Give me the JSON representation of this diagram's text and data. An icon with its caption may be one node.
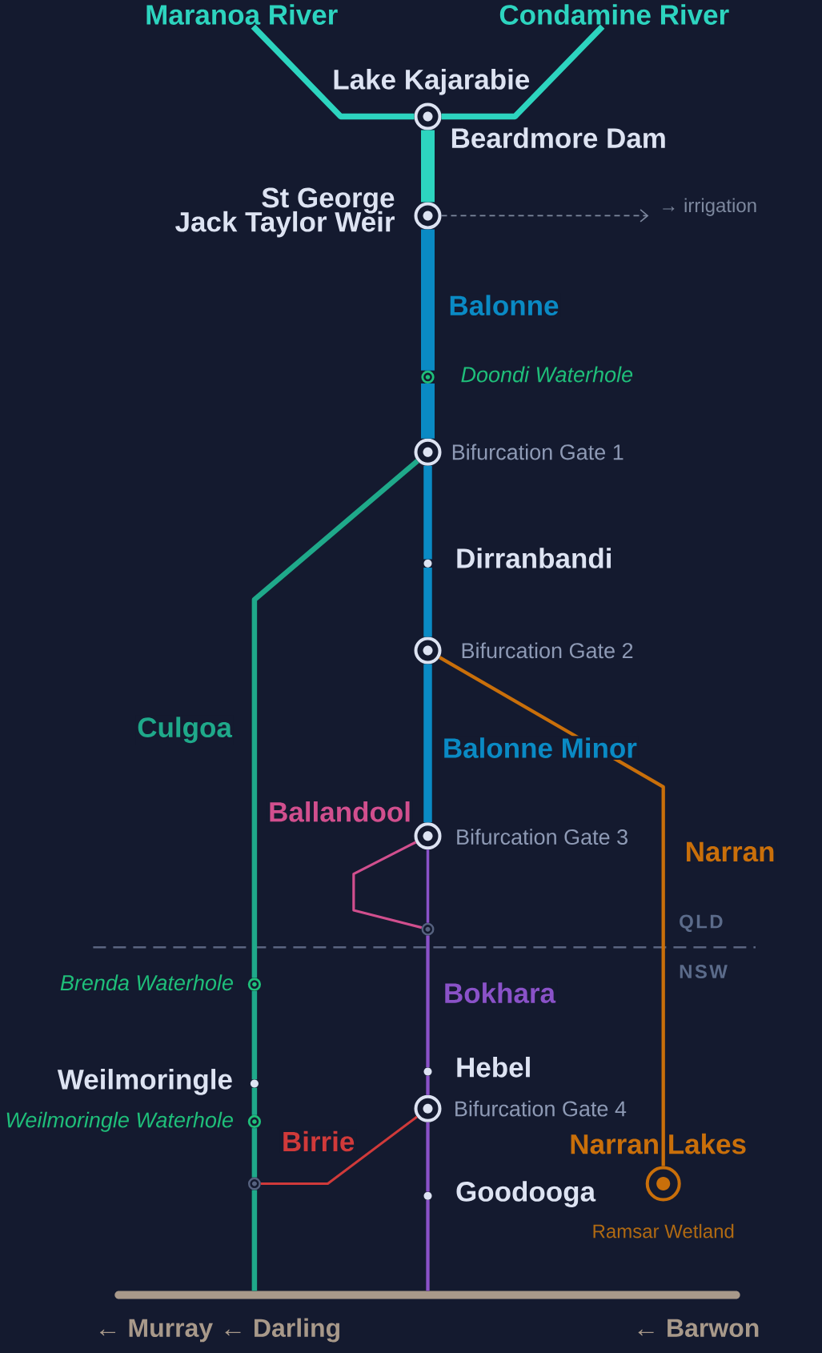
{
  "diagram": {
    "nodes": [
      {
        "text": [
          "Maranoa River"
        ]
      },
      {
        "text": [
          "Condamine River"
        ]
      },
      {
        "text": [],
        "shape": "circle",
        "beside": [
          "Lake Kajarabie",
          "Beardmore Dam"
        ]
      },
      {
        "text": [],
        "shape": "circle",
        "beside": [
          "St George",
          "Jack Taylor Weir"
        ]
      },
      {
        "text": [
          "→ irrigation"
        ]
      },
      {
        "text": [],
        "shape": "circle",
        "beside": [
          "Doondi Waterhole"
        ]
      },
      {
        "text": [],
        "shape": "circle",
        "beside": [
          "Bifurcation Gate 1"
        ]
      },
      {
        "text": [],
        "shape": "circle",
        "beside": [
          "Dirranbandi"
        ]
      },
      {
        "text": [],
        "shape": "circle",
        "beside": [
          "Bifurcation Gate 2"
        ]
      },
      {
        "text": [],
        "shape": "circle",
        "beside": [
          "Bifurcation Gate 3"
        ]
      },
      {
        "text": [],
        "shape": "circle"
      },
      {
        "text": [],
        "shape": "circle",
        "beside": [
          "Brenda Waterhole"
        ]
      },
      {
        "text": [],
        "shape": "circle",
        "beside": [
          "Hebel"
        ]
      },
      {
        "text": [],
        "shape": "circle",
        "beside": [
          "Weilmoringle"
        ]
      },
      {
        "text": [],
        "shape": "circle",
        "beside": [
          "Bifurcation Gate 4"
        ]
      },
      {
        "text": [],
        "shape": "circle",
        "beside": [
          "Weilmoringle Waterhole"
        ]
      },
      {
        "text": [],
        "shape": "circle"
      },
      {
        "text": [],
        "shape": "circle",
        "beside": [
          "Goodooga"
        ]
      },
      {
        "text": [],
        "shape": "circle",
        "beside": [
          "Narran Lakes",
          "Ramsar Wetland"
        ]
      },
      {
        "text": [],
        "shape": "bar",
        "beside": [
          "← Murray ← Darling",
          "← Barwon"
        ]
      }
    ],
    "edges": [
      {
        "from": 0,
        "to": 2,
        "arrow": "none",
        "color": "#2dd4bf"
      },
      {
        "from": 1,
        "to": 2,
        "arrow": "none",
        "color": "#2dd4bf"
      },
      {
        "from": 2,
        "to": 3,
        "arrow": "none",
        "style": "thick",
        "color": "#2dd4bf"
      },
      {
        "from": 3,
        "to": 4,
        "arrow": "to",
        "style": "dashed",
        "color": "#7d889e"
      },
      {
        "from": 3,
        "to": 5,
        "arrow": "none",
        "label": "Balonne",
        "style": "thick",
        "color": "#0a8ac4"
      },
      {
        "from": 5,
        "to": 6,
        "arrow": "none",
        "style": "thick",
        "color": "#0a8ac4"
      },
      {
        "from": 6,
        "to": 7,
        "arrow": "none",
        "color": "#0a8ac4"
      },
      {
        "from": 7,
        "to": 8,
        "arrow": "none",
        "color": "#0a8ac4"
      },
      {
        "from": 8,
        "to": 9,
        "arrow": "none",
        "label": "Balonne Minor",
        "color": "#0a8ac4"
      },
      {
        "from": 6,
        "to": 11,
        "arrow": "none",
        "label": "Culgoa",
        "color": "#1fa98a"
      },
      {
        "from": 8,
        "to": 18,
        "arrow": "none",
        "label": "Narran",
        "color": "#c96f0a"
      },
      {
        "from": 9,
        "to": 10,
        "arrow": "none",
        "color": "#8a52c8"
      },
      {
        "from": 9,
        "to": 10,
        "arrow": "none",
        "label": "Ballandool",
        "color": "#d14f8e"
      },
      {
        "from": 10,
        "to": 12,
        "arrow": "none",
        "label": "Bokhara",
        "color": "#8a52c8"
      },
      {
        "from": 12,
        "to": 14,
        "arrow": "none",
        "color": "#8a52c8"
      },
      {
        "from": 14,
        "to": 17,
        "arrow": "none",
        "color": "#8a52c8"
      },
      {
        "from": 17,
        "to": 19,
        "arrow": "none",
        "color": "#8a52c8"
      },
      {
        "from": 11,
        "to": 13,
        "arrow": "none",
        "color": "#1fa98a"
      },
      {
        "from": 13,
        "to": 15,
        "arrow": "none",
        "color": "#1fa98a"
      },
      {
        "from": 15,
        "to": 16,
        "arrow": "none",
        "color": "#1fa98a"
      },
      {
        "from": 16,
        "to": 19,
        "arrow": "none",
        "color": "#1fa98a"
      },
      {
        "from": 14,
        "to": 16,
        "arrow": "none",
        "label": "Birrie",
        "color": "#d03a3a"
      }
    ],
    "labels": [
      "QLD",
      "NSW"
    ]
  }
}
